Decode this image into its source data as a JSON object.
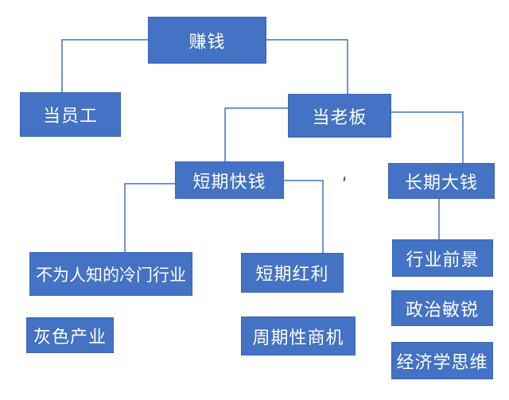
{
  "diagram": {
    "type": "tree",
    "background": "#ffffff",
    "colors": {
      "node_fill": "#4472c4",
      "node_border": "#3b66b1",
      "node_text": "#ffffff",
      "connector": "#4472c4",
      "background": "#ffffff"
    },
    "nodes": {
      "make_money": {
        "label": "赚钱"
      },
      "employee": {
        "label": "当员工"
      },
      "boss": {
        "label": "当老板"
      },
      "short_term_money": {
        "label": "短期快钱"
      },
      "long_term_money": {
        "label": "长期大钱"
      },
      "niche_industry": {
        "label": "不为人知的冷门行业"
      },
      "short_term_dividend": {
        "label": "短期红利"
      },
      "industry_prospect": {
        "label": "行业前景"
      },
      "gray_industry": {
        "label": "灰色产业"
      },
      "cyclical_opportunity": {
        "label": "周期性商机"
      },
      "political_acumen": {
        "label": "政治敏锐"
      },
      "economic_thinking": {
        "label": "经济学思维"
      }
    },
    "edges": [
      {
        "from": "make_money",
        "to": "employee"
      },
      {
        "from": "make_money",
        "to": "boss"
      },
      {
        "from": "boss",
        "to": "short_term_money"
      },
      {
        "from": "boss",
        "to": "long_term_money"
      },
      {
        "from": "short_term_money",
        "to": "niche_industry"
      },
      {
        "from": "short_term_money",
        "to": "short_term_dividend"
      },
      {
        "from": "long_term_money",
        "to": "industry_prospect"
      }
    ]
  }
}
